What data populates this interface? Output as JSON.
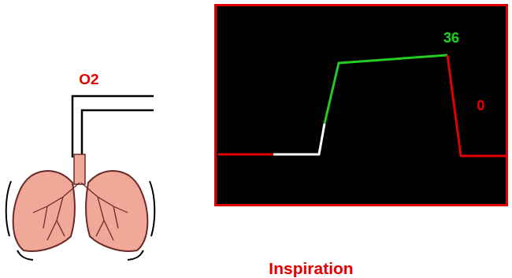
{
  "diagram": {
    "nodes": [
      {
        "text": [
          "36",
          "0"
        ]
      }
    ],
    "labels": [
      "O2",
      "Inspiration"
    ]
  }
}
